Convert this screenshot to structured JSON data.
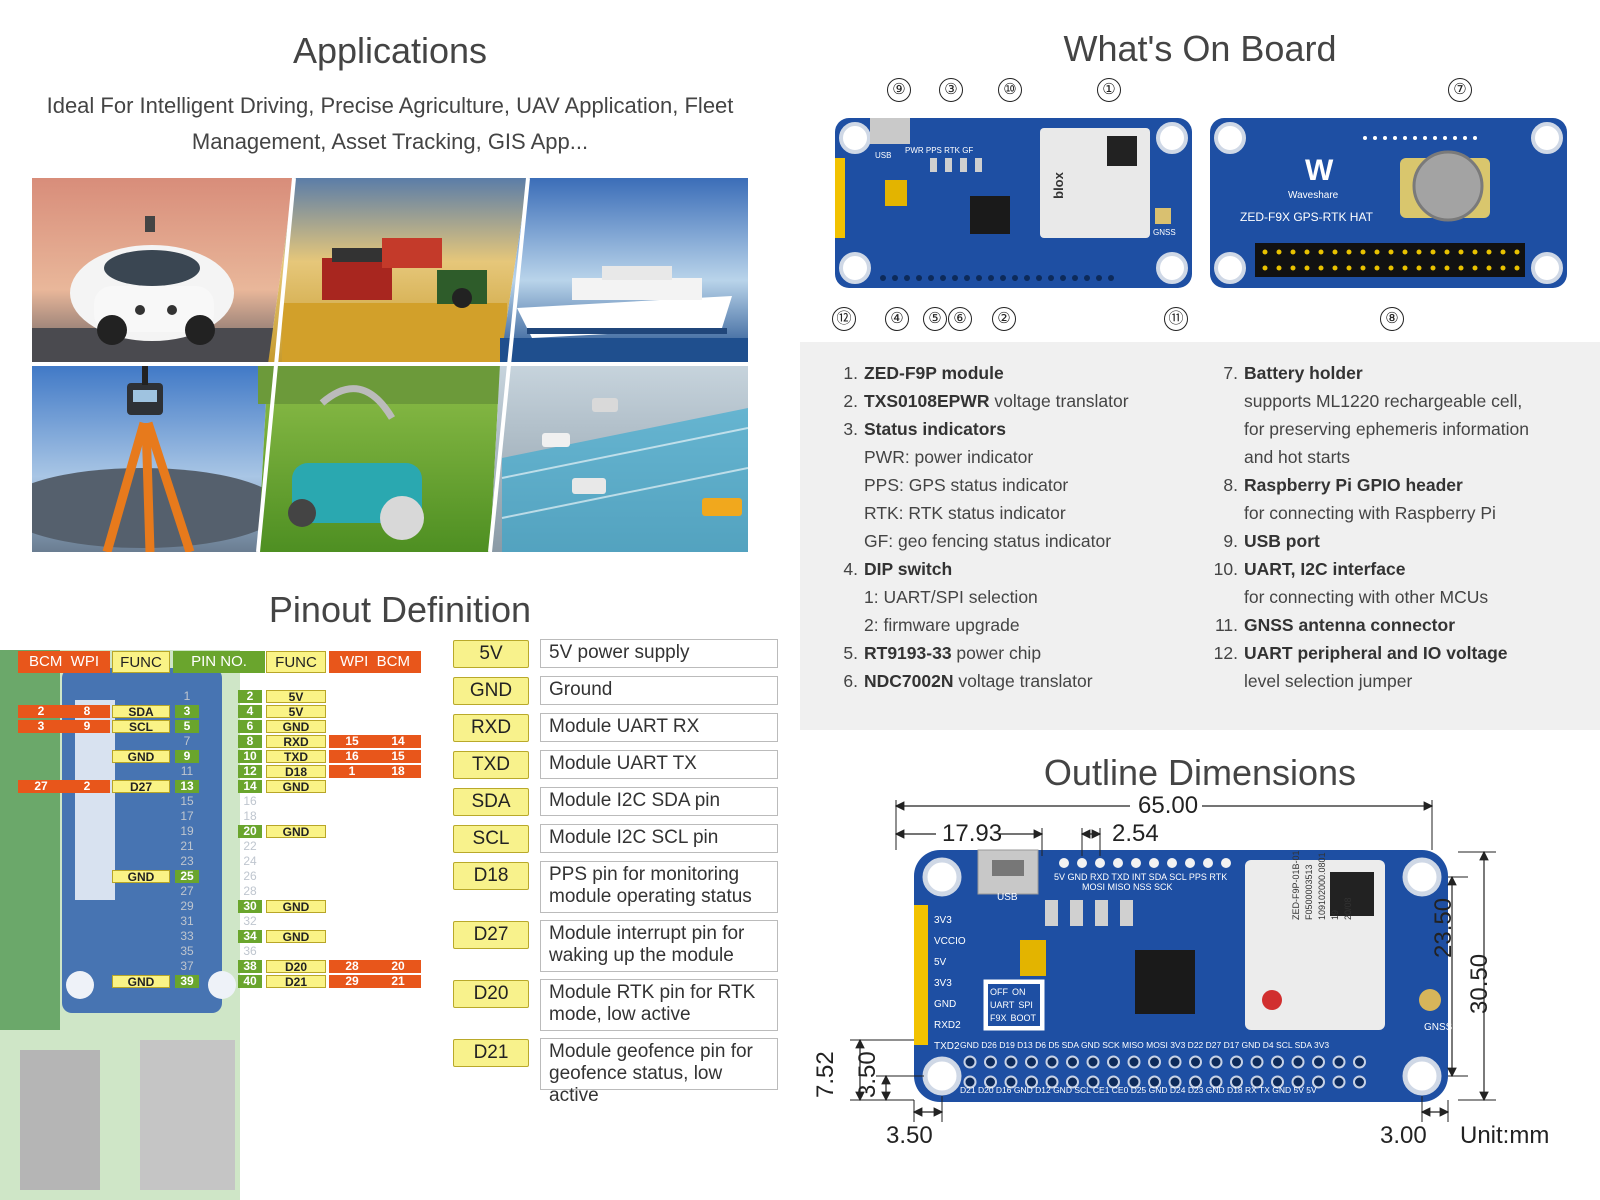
{
  "applications": {
    "title": "Applications",
    "subtitle_line1": "Ideal For Intelligent Driving, Precise Agriculture, UAV Application, Fleet",
    "subtitle_line2": "Management, Asset Tracking, GIS App..."
  },
  "onboard": {
    "title": "What's On Board",
    "callouts_top": [
      "⑨",
      "③",
      "⑩",
      "①",
      "⑦"
    ],
    "callouts_bottom": [
      "⑫",
      "④",
      "⑤",
      "⑥",
      "②",
      "⑪",
      "⑧"
    ],
    "board_labels": {
      "usb": "USB",
      "off": "OFF",
      "on": "ON",
      "indicators": "PWR PPS RTK GF",
      "gnss": "GNSS",
      "brand": "Waveshare",
      "hat_name": "ZED-F9X GPS-RTK HAT",
      "ublox": "blox"
    },
    "left_items": [
      {
        "num": "1.",
        "bold": "ZED-F9P module",
        "rest": ""
      },
      {
        "num": "2.",
        "bold": "TXS0108EPWR",
        "rest": " voltage translator"
      },
      {
        "num": "3.",
        "bold": "Status indicators",
        "rest": ""
      },
      {
        "num": "",
        "bold": "",
        "rest": "PWR: power indicator"
      },
      {
        "num": "",
        "bold": "",
        "rest": "PPS: GPS status indicator"
      },
      {
        "num": "",
        "bold": "",
        "rest": "RTK: RTK status indicator"
      },
      {
        "num": "",
        "bold": "",
        "rest": "GF: geo fencing status indicator"
      },
      {
        "num": "4.",
        "bold": "DIP switch",
        "rest": ""
      },
      {
        "num": "",
        "bold": "",
        "rest": "1: UART/SPI selection"
      },
      {
        "num": "",
        "bold": "",
        "rest": "2: firmware upgrade"
      },
      {
        "num": "5.",
        "bold": "RT9193-33",
        "rest": " power chip"
      },
      {
        "num": "6.",
        "bold": "NDC7002N",
        "rest": " voltage translator"
      }
    ],
    "right_items": [
      {
        "num": "7.",
        "bold": "Battery holder",
        "rest": ""
      },
      {
        "num": "",
        "bold": "",
        "rest": "supports ML1220 rechargeable cell,"
      },
      {
        "num": "",
        "bold": "",
        "rest": "for preserving ephemeris information"
      },
      {
        "num": "",
        "bold": "",
        "rest": "and hot starts"
      },
      {
        "num": "8.",
        "bold": "Raspberry Pi GPIO header",
        "rest": ""
      },
      {
        "num": "",
        "bold": "",
        "rest": "for connecting with Raspberry Pi"
      },
      {
        "num": "9.",
        "bold": "USB port",
        "rest": ""
      },
      {
        "num": "10.",
        "bold": "UART, I2C interface",
        "rest": ""
      },
      {
        "num": "",
        "bold": "",
        "rest": "for connecting with other MCUs"
      },
      {
        "num": "11.",
        "bold": "GNSS antenna connector",
        "rest": ""
      },
      {
        "num": "12.",
        "bold": "UART peripheral and IO voltage",
        "rest": ""
      },
      {
        "num": "",
        "bold": "",
        "rest": "level selection jumper"
      }
    ]
  },
  "pinout": {
    "title": "Pinout Definition",
    "header": [
      "BCM",
      "WPI",
      "FUNC",
      "PIN NO.",
      "FUNC",
      "WPI",
      "BCM"
    ],
    "pins": [
      {
        "name": "5V",
        "desc": "5V power supply"
      },
      {
        "name": "GND",
        "desc": "Ground"
      },
      {
        "name": "RXD",
        "desc": "Module UART RX"
      },
      {
        "name": "TXD",
        "desc": "Module UART TX"
      },
      {
        "name": "SDA",
        "desc": "Module I2C SDA pin"
      },
      {
        "name": "SCL",
        "desc": "Module I2C SCL pin"
      },
      {
        "name": "D18",
        "desc": "PPS pin for monitoring module operating status"
      },
      {
        "name": "D27",
        "desc": "Module interrupt pin for waking up the module"
      },
      {
        "name": "D20",
        "desc": "Module RTK pin for RTK mode, low active"
      },
      {
        "name": "D21",
        "desc": "Module geofence pin for geofence status, low active"
      }
    ],
    "gpio_left": [
      {
        "bcm": "2",
        "wpi": "8",
        "func": "SDA",
        "pin": "3"
      },
      {
        "bcm": "3",
        "wpi": "9",
        "func": "SCL",
        "pin": "5"
      },
      {
        "bcm": "",
        "wpi": "",
        "func": "GND",
        "pin": "9"
      },
      {
        "bcm": "27",
        "wpi": "2",
        "func": "D27",
        "pin": "13"
      },
      {
        "bcm": "",
        "wpi": "",
        "func": "GND",
        "pin": "25"
      },
      {
        "bcm": "",
        "wpi": "",
        "func": "GND",
        "pin": "39"
      }
    ],
    "gpio_right": [
      {
        "pin": "2",
        "func": "5V",
        "wpi": "",
        "bcm": ""
      },
      {
        "pin": "4",
        "func": "5V",
        "wpi": "",
        "bcm": ""
      },
      {
        "pin": "6",
        "func": "GND",
        "wpi": "",
        "bcm": ""
      },
      {
        "pin": "8",
        "func": "RXD",
        "wpi": "15",
        "bcm": "14"
      },
      {
        "pin": "10",
        "func": "TXD",
        "wpi": "16",
        "bcm": "15"
      },
      {
        "pin": "12",
        "func": "D18",
        "wpi": "1",
        "bcm": "18"
      },
      {
        "pin": "14",
        "func": "GND",
        "wpi": "",
        "bcm": ""
      },
      {
        "pin": "20",
        "func": "GND",
        "wpi": "",
        "bcm": ""
      },
      {
        "pin": "30",
        "func": "GND",
        "wpi": "",
        "bcm": ""
      },
      {
        "pin": "34",
        "func": "GND",
        "wpi": "",
        "bcm": ""
      },
      {
        "pin": "38",
        "func": "D20",
        "wpi": "28",
        "bcm": "20"
      },
      {
        "pin": "40",
        "func": "D21",
        "wpi": "29",
        "bcm": "21"
      }
    ],
    "gray_pins": [
      "1",
      "7",
      "11",
      "15",
      "16",
      "17",
      "18",
      "19",
      "21",
      "22",
      "23",
      "24",
      "26",
      "27",
      "28",
      "29",
      "31",
      "32",
      "33",
      "35",
      "36",
      "37"
    ]
  },
  "outline": {
    "title": "Outline Dimensions",
    "width_total": "65.00",
    "usb_offset": "17.93",
    "pitch": "2.54",
    "height_inner": "23.50",
    "height_total": "30.50",
    "left_bottom_a": "7.52",
    "left_bottom_b": "3.50",
    "hole_x": "3.50",
    "hole_right": "3.00",
    "unit": "Unit:mm",
    "header_top": "5V GND RXD TXD INT SDA SCL PPS RTK",
    "header_top2": "MOSI MISO     NSS  SCK",
    "header_bottom1": "GND D26 D19 D13 D6  D5 SDA GND SCK MISO MOSI 3V3 D22 D27 D17 GND D4 SCL SDA 3V3",
    "header_bottom2": "D21 D20 D16 GND D12 GND SCL CE1 CE0 D25 GND D24 D23 GND D18 RX TX GND 5V 5V",
    "side_labels": [
      "3V3",
      "VCCIO",
      "5V",
      "3V3",
      "GND",
      "RXD2",
      "TXD2"
    ],
    "dip_labels": [
      "OFF",
      "ON",
      "UART",
      "SPI",
      "F9X",
      "BOOT"
    ],
    "module_text": [
      "ZED-F9P-01B-01",
      "F0500003513",
      "109102000.0801",
      "19",
      "20/08"
    ]
  }
}
